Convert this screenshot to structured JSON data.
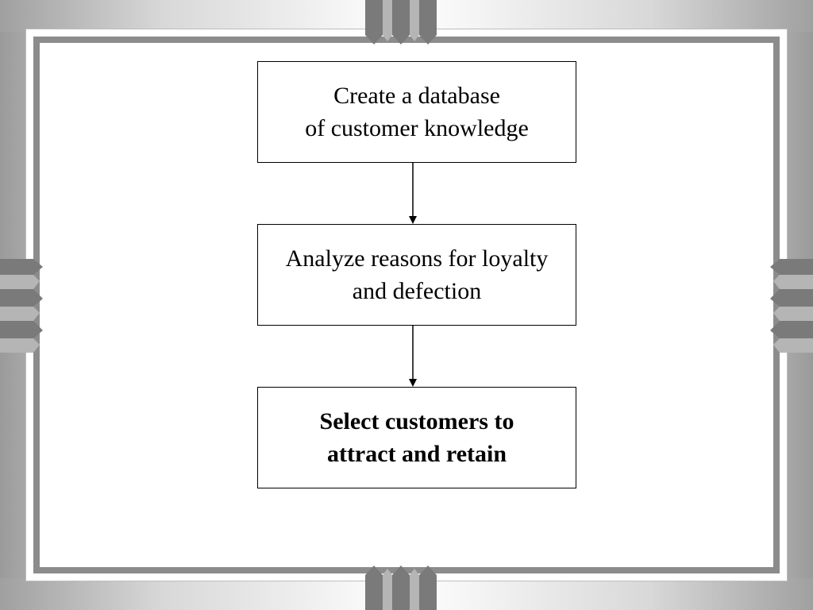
{
  "diagram": {
    "nodes": [
      {
        "id": "create-database",
        "lines": [
          "Create a database",
          "of customer knowledge"
        ],
        "bold": false
      },
      {
        "id": "analyze-reasons",
        "lines": [
          "Analyze reasons for loyalty",
          "and defection"
        ],
        "bold": false
      },
      {
        "id": "select-customers",
        "lines": [
          "Select customers to",
          "attract and retain"
        ],
        "bold": true
      }
    ],
    "edges": [
      {
        "from": "create-database",
        "to": "analyze-reasons"
      },
      {
        "from": "analyze-reasons",
        "to": "select-customers"
      }
    ]
  },
  "colors": {
    "frame": "#8c8c8c",
    "node_border": "#000000",
    "ornament_dark": "#7a7a7a",
    "ornament_light": "#b5b5b5"
  }
}
